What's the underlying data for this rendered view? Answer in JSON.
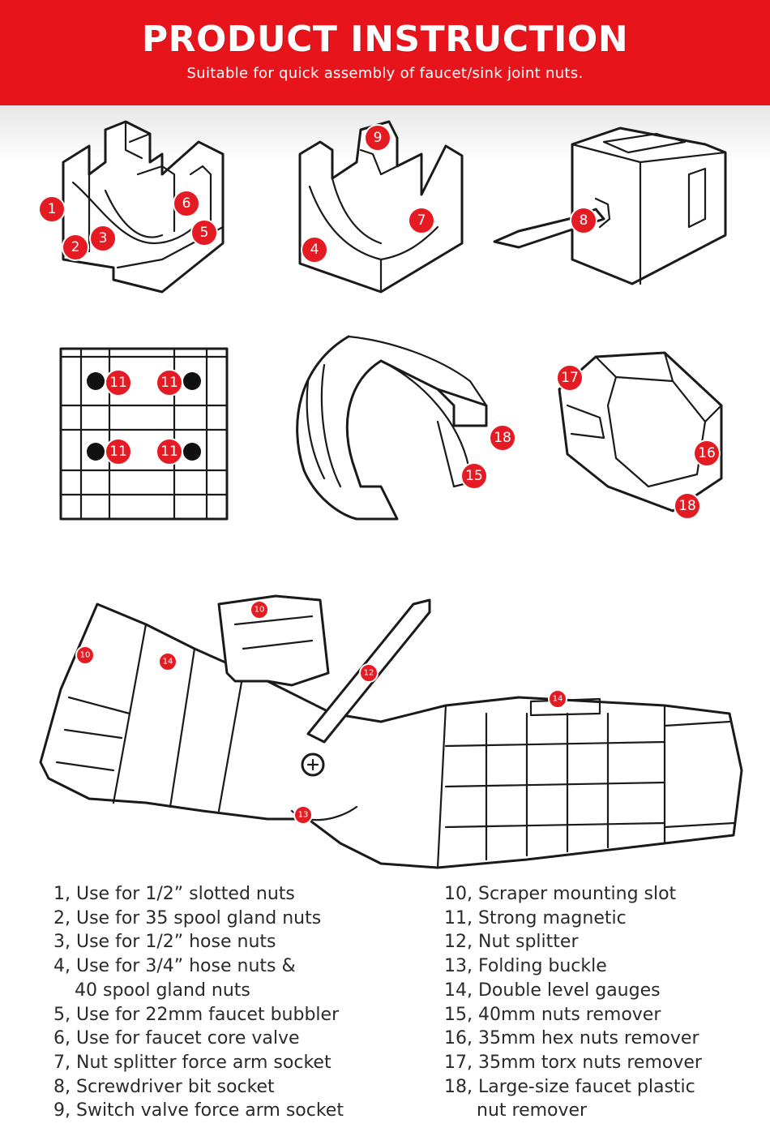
{
  "header": {
    "title": "PRODUCT INSTRUCTION",
    "subtitle": "Suitable for quick assembly of faucet/sink joint nuts."
  },
  "colors": {
    "banner": "#e8141c",
    "badge": "#e51b23"
  },
  "markers": {
    "m1": "1",
    "m2": "2",
    "m3": "3",
    "m4": "4",
    "m5": "5",
    "m6": "6",
    "m7": "7",
    "m8": "8",
    "m9": "9",
    "m10": "10",
    "m11": "11",
    "m12": "12",
    "m13": "13",
    "m14": "14",
    "m15": "15",
    "m16": "16",
    "m17": "17",
    "m18": "18"
  },
  "legend": {
    "left": [
      "1, Use for 1/2” slotted nuts",
      "2, Use for 35 spool gland nuts",
      "3, Use for 1/2” hose nuts",
      "4, Use for 3/4” hose nuts &",
      "40 spool gland nuts",
      "5, Use for 22mm faucet bubbler",
      "6, Use for faucet core valve",
      "7, Nut splitter force arm socket",
      "8, Screwdriver bit socket",
      "9, Switch valve force arm socket"
    ],
    "right": [
      "10, Scraper mounting slot",
      "11, Strong magnetic",
      "12, Nut splitter",
      "13, Folding buckle",
      "14, Double level gauges",
      "15, 40mm nuts remover",
      "16, 35mm hex nuts remover",
      "17, 35mm torx nuts remover",
      "18, Large-size faucet plastic",
      "nut remover"
    ]
  }
}
